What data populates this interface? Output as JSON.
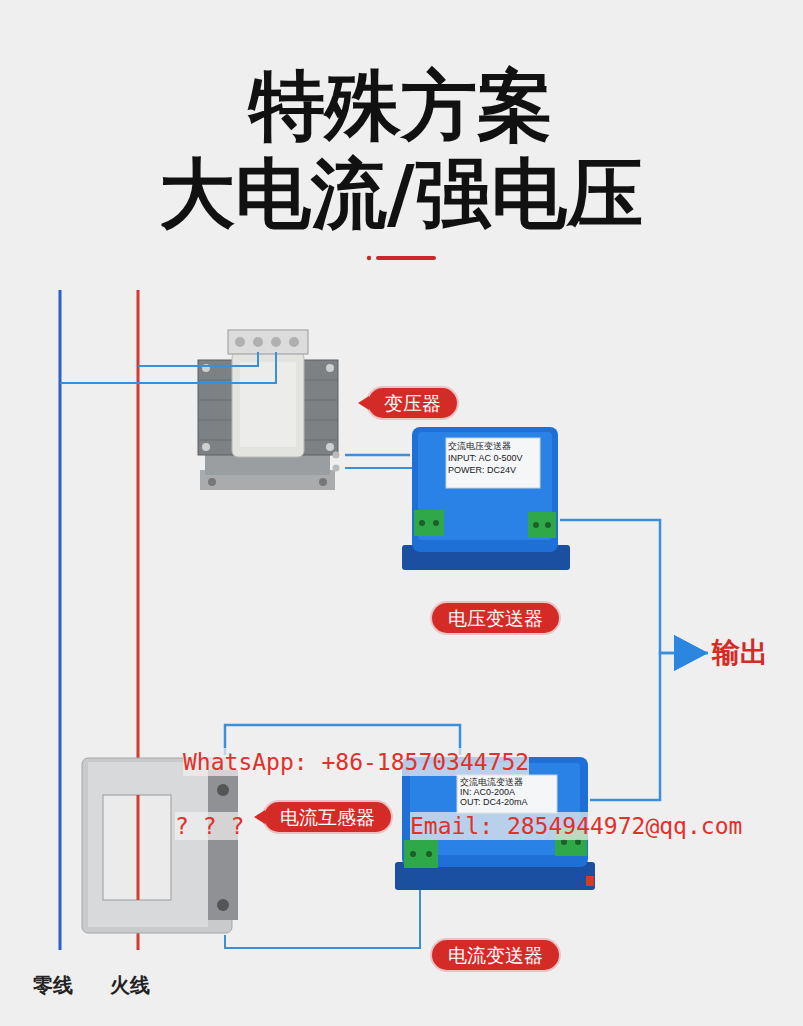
{
  "diagram": {
    "title": "特殊方案 大电流/强电压",
    "nodes": [
      {
        "text": [
          "变压器"
        ]
      },
      {
        "text": [
          "交流电压变送器",
          "INPUT: AC 0-500V",
          "POWER: DC24V",
          "电压变送器"
        ]
      },
      {
        "text": [
          "输出"
        ]
      },
      {
        "text": [
          "电流互感器"
        ]
      },
      {
        "text": [
          "交流电流变送器",
          "IN: AC0-200A",
          "OUT: DC4-20mA",
          "电流变送器"
        ]
      }
    ],
    "edges": [
      {
        "from": 0,
        "to": 1,
        "arrow": "none"
      },
      {
        "from": 1,
        "to": 2,
        "arrow": "to"
      },
      {
        "from": 3,
        "to": 4,
        "arrow": "none"
      },
      {
        "from": 4,
        "to": 2,
        "arrow": "to"
      }
    ],
    "labels": [
      "WhatsApp: +86-18570344752",
      "? ? ?",
      "Email: 2854944972@qq.com",
      "零线",
      "火线"
    ]
  }
}
